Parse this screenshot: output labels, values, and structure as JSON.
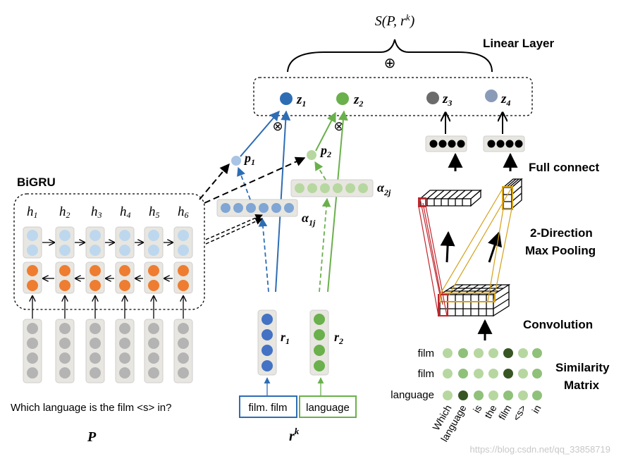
{
  "top_formula": "S(P, r",
  "top_formula_sup": "k",
  "top_formula_close": ")",
  "linear_layer": "Linear Layer",
  "oplus": "⊕",
  "otimes": "⊗",
  "z_labels": [
    {
      "base": "z",
      "sub": "1",
      "color": "#2e6db4"
    },
    {
      "base": "z",
      "sub": "2",
      "color": "#6ab04c"
    },
    {
      "base": "z",
      "sub": "3",
      "color": "#6b6b6b"
    },
    {
      "base": "z",
      "sub": "4",
      "color": "#8a9bb8"
    }
  ],
  "p1": {
    "base": "p",
    "sub": "1"
  },
  "p2": {
    "base": "p",
    "sub": "2"
  },
  "alpha1": {
    "base": "α",
    "sub": "1j"
  },
  "alpha2": {
    "base": "α",
    "sub": "2j"
  },
  "bigru": "BiGRU",
  "h_labels": [
    {
      "base": "h",
      "sub": "1"
    },
    {
      "base": "h",
      "sub": "2"
    },
    {
      "base": "h",
      "sub": "3"
    },
    {
      "base": "h",
      "sub": "4"
    },
    {
      "base": "h",
      "sub": "5"
    },
    {
      "base": "h",
      "sub": "6"
    }
  ],
  "question": "Which language is the film <s> in?",
  "P_label": "P",
  "r1": {
    "base": "r",
    "sub": "1"
  },
  "r2": {
    "base": "r",
    "sub": "2"
  },
  "rk": {
    "base": "r",
    "sup": "k"
  },
  "relation_word1": "film. film",
  "relation_word2": "language",
  "full_connect": "Full connect",
  "pooling_line1": "2-Direction",
  "pooling_line2": "Max Pooling",
  "convolution": "Convolution",
  "similarity_line1": "Similarity",
  "similarity_line2": "Matrix",
  "matrix_rows": [
    "film",
    "film",
    "language"
  ],
  "matrix_cols": [
    "Which",
    "language",
    "is",
    "the",
    "film",
    "<s>",
    "in"
  ],
  "watermark": "https://blog.csdn.net/qq_33858719",
  "colors": {
    "blue": "#2e6db4",
    "light_blue": "#a9c4e4",
    "orange": "#ee7d31",
    "green": "#6ab04c",
    "light_green": "#b7d7a0",
    "dark_green": "#375623",
    "grey_dot": "#b4b4b4",
    "panel": "#e8e6e0",
    "red_box": "#c0262d",
    "gold_box": "#d4a017"
  }
}
